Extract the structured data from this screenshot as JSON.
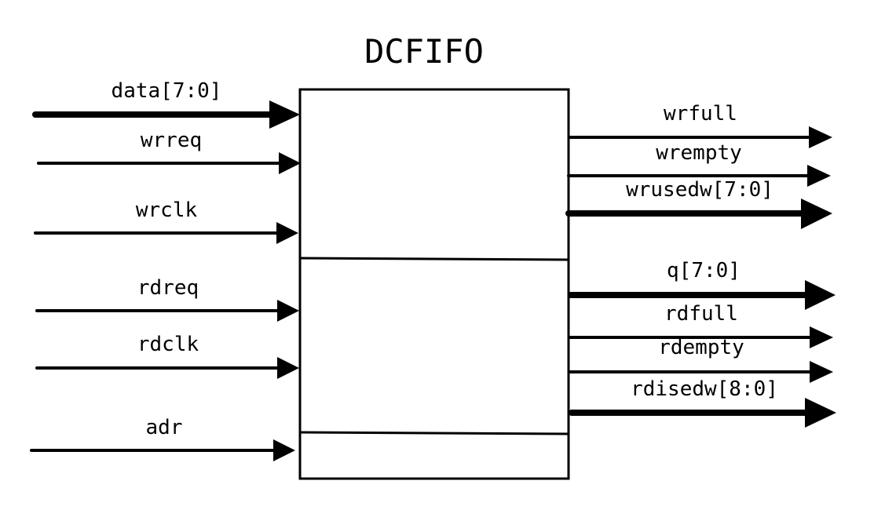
{
  "title": "DCFIFO",
  "inputs": [
    {
      "label": "data[7:0]",
      "bus": true
    },
    {
      "label": "wrreq",
      "bus": false
    },
    {
      "label": "wrclk",
      "bus": false
    },
    {
      "label": "rdreq",
      "bus": false
    },
    {
      "label": "rdclk",
      "bus": false
    },
    {
      "label": "adr",
      "bus": false
    }
  ],
  "outputs": [
    {
      "label": "wrfull",
      "bus": false
    },
    {
      "label": "wrempty",
      "bus": false
    },
    {
      "label": "wrusedw[7:0]",
      "bus": true
    },
    {
      "label": "q[7:0]",
      "bus": true
    },
    {
      "label": "rdfull",
      "bus": false
    },
    {
      "label": "rdempty",
      "bus": false
    },
    {
      "label": "rdisedw[8:0]",
      "bus": true
    }
  ]
}
